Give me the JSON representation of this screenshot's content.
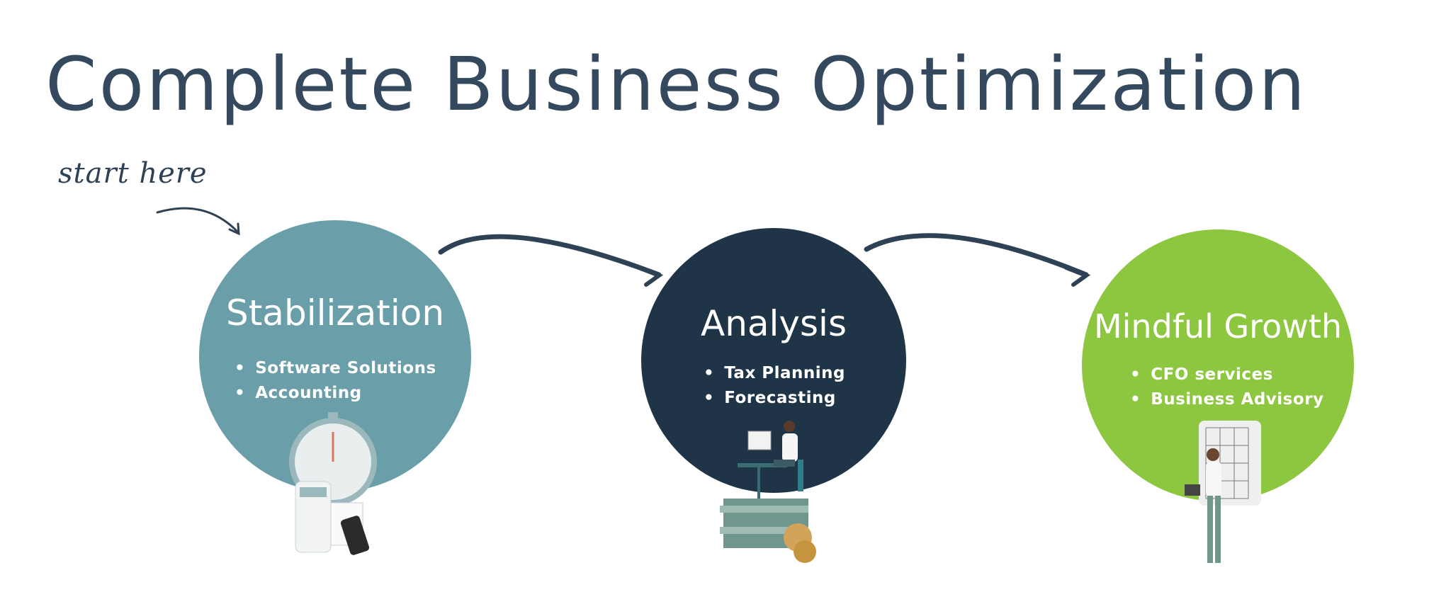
{
  "title": "Complete Business Optimization",
  "start_note": "start here",
  "stages": [
    {
      "title": "Stabilization",
      "color": "#6a9ea8",
      "items": [
        "Software Solutions",
        "Accounting"
      ],
      "illustration": "stopwatch-calculator-icon"
    },
    {
      "title": "Analysis",
      "color": "#1f3447",
      "items": [
        "Tax Planning",
        "Forecasting"
      ],
      "illustration": "person-at-desk-on-money-icon"
    },
    {
      "title": "Mindful Growth",
      "color": "#8dc63f",
      "items": [
        "CFO services",
        "Business Advisory"
      ],
      "illustration": "person-at-whiteboard-icon"
    }
  ],
  "colors": {
    "title": "#34495e",
    "arrow": "#2f4255"
  }
}
